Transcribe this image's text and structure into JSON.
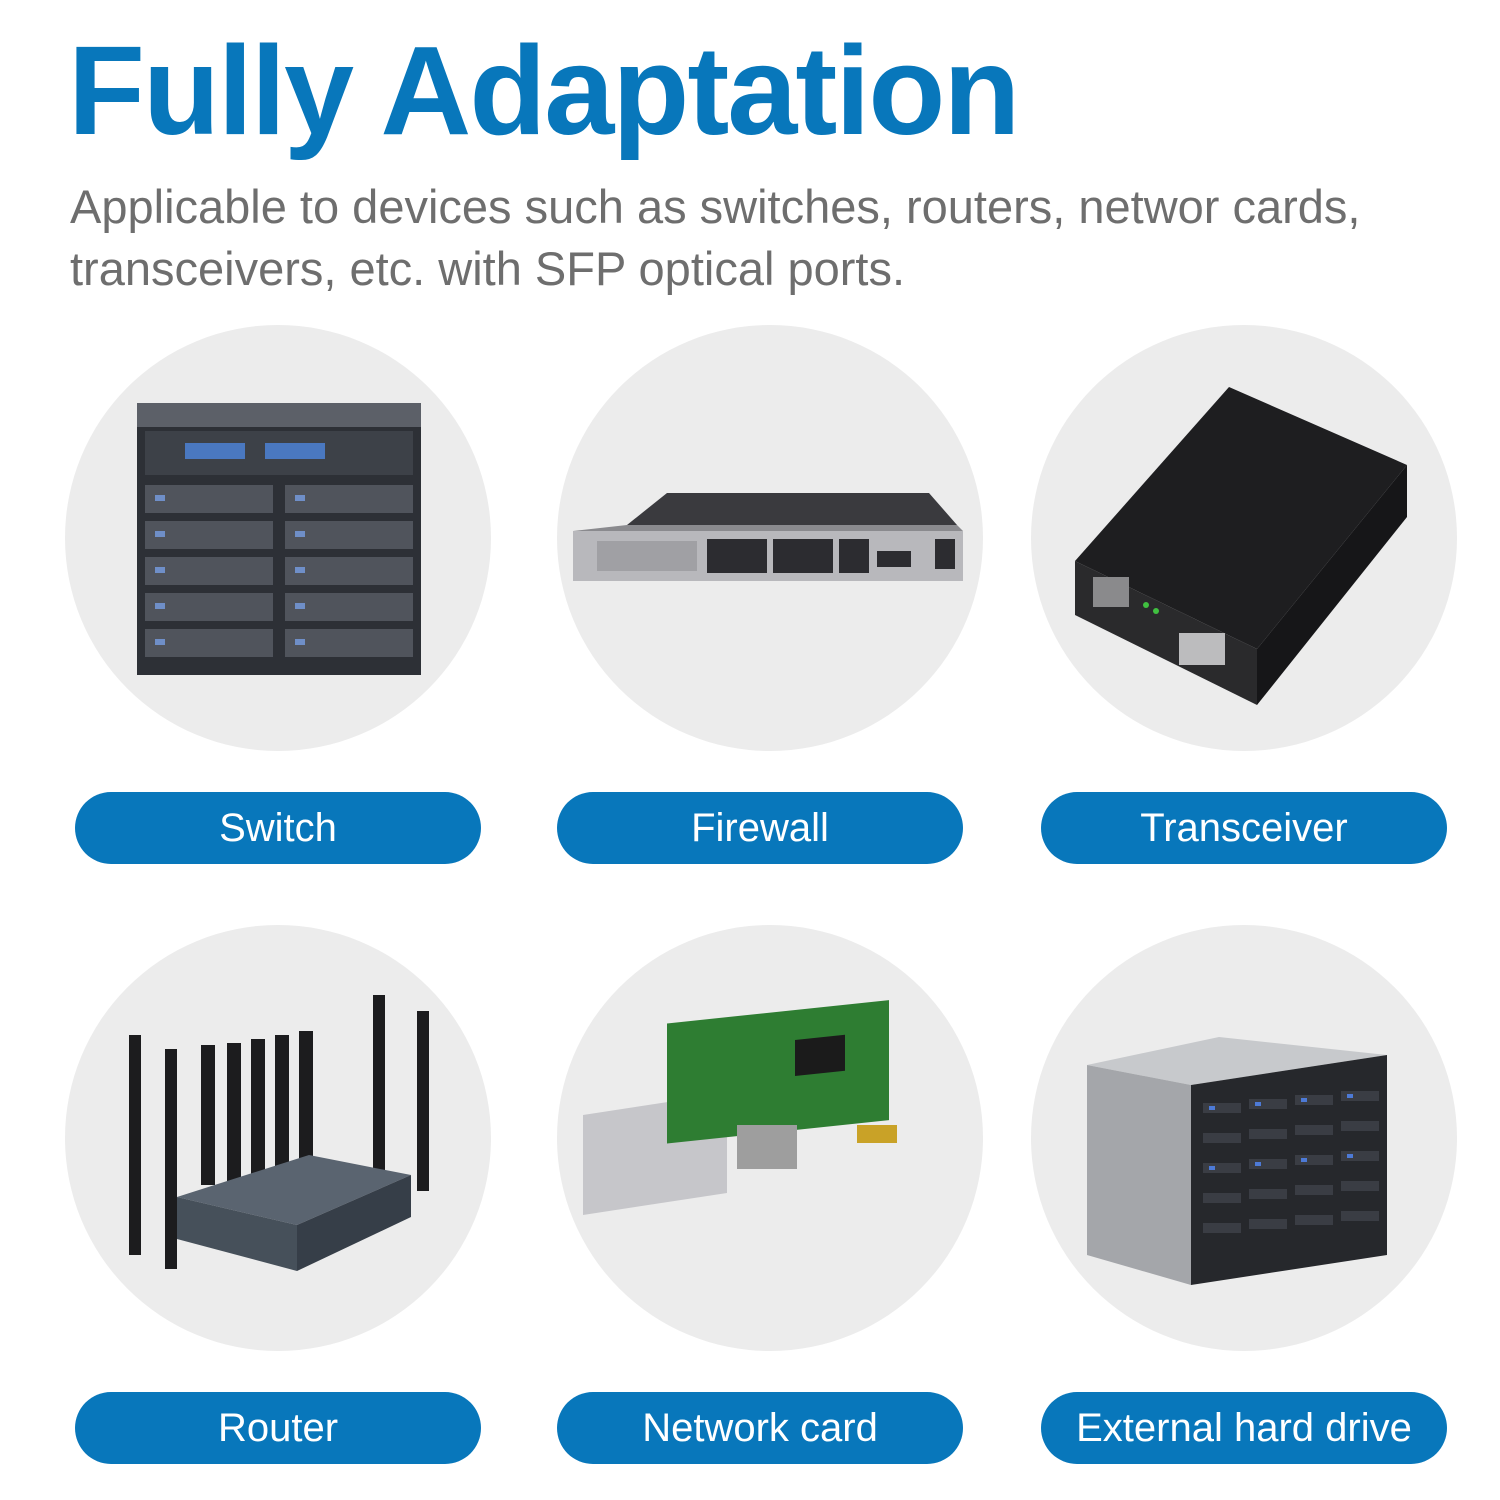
{
  "header": {
    "title": "Fully Adaptation",
    "subtitle": "Applicable to devices such as switches, routers, networ cards, transceivers, etc. with SFP optical ports."
  },
  "devices": [
    {
      "label": "Switch",
      "icon": "switch-chassis-icon"
    },
    {
      "label": "Firewall",
      "icon": "firewall-appliance-icon"
    },
    {
      "label": "Transceiver",
      "icon": "media-converter-icon"
    },
    {
      "label": "Router",
      "icon": "router-antennas-icon"
    },
    {
      "label": "Network card",
      "icon": "network-card-icon"
    },
    {
      "label": "External hard drive",
      "icon": "storage-server-icon"
    }
  ],
  "colors": {
    "accent": "#0877bb",
    "subtitle": "#6e6e6e",
    "circle_bg": "#ececec"
  }
}
